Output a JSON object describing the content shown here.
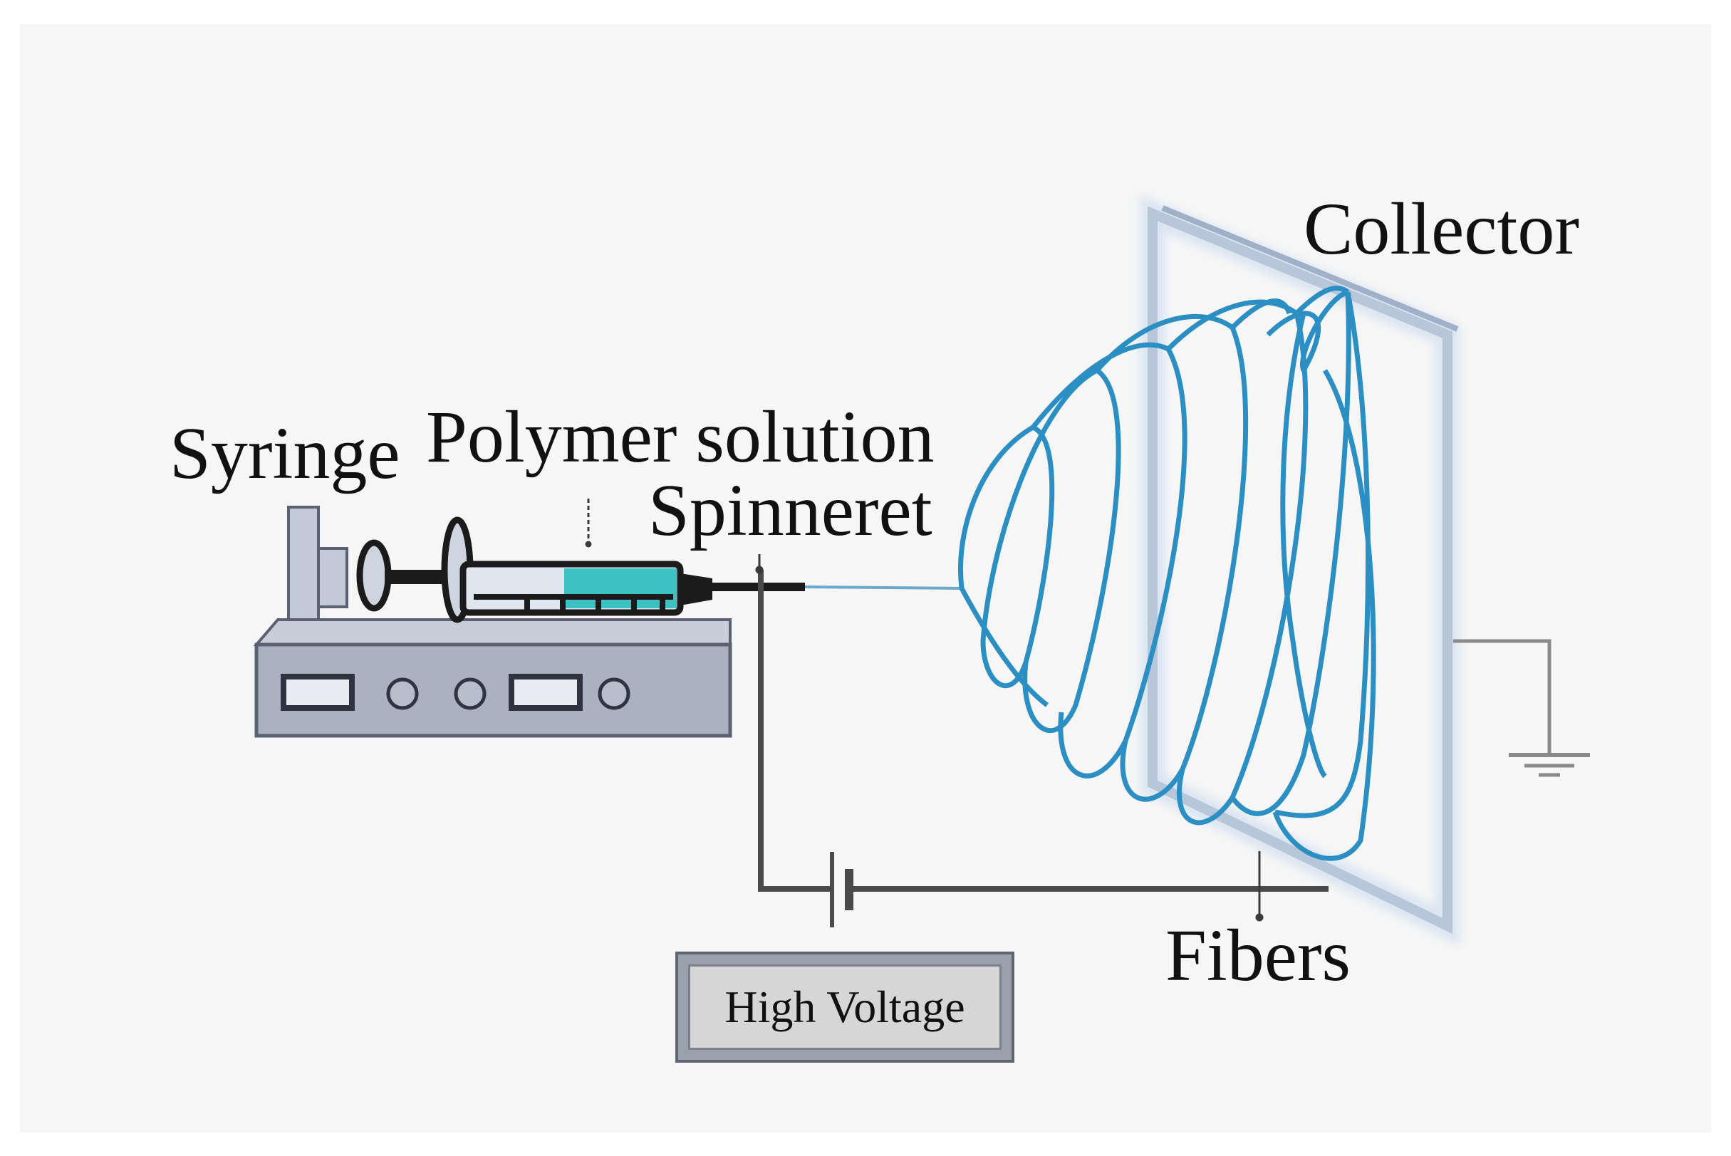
{
  "labels": {
    "syringe": "Syringe",
    "polymer_solution": "Polymer solution",
    "spinneret": "Spinneret",
    "collector": "Collector",
    "fibers": "Fibers",
    "high_voltage": "High Voltage"
  },
  "colors": {
    "background": "#f6f6f6",
    "pump_body": "#aab2c2",
    "pump_outline": "#5a6172",
    "syringe_liquid": "#3cc2c2",
    "fiber": "#2b8fc4",
    "wire": "#4a4a4a",
    "collector_frame": "#b8c6da"
  }
}
